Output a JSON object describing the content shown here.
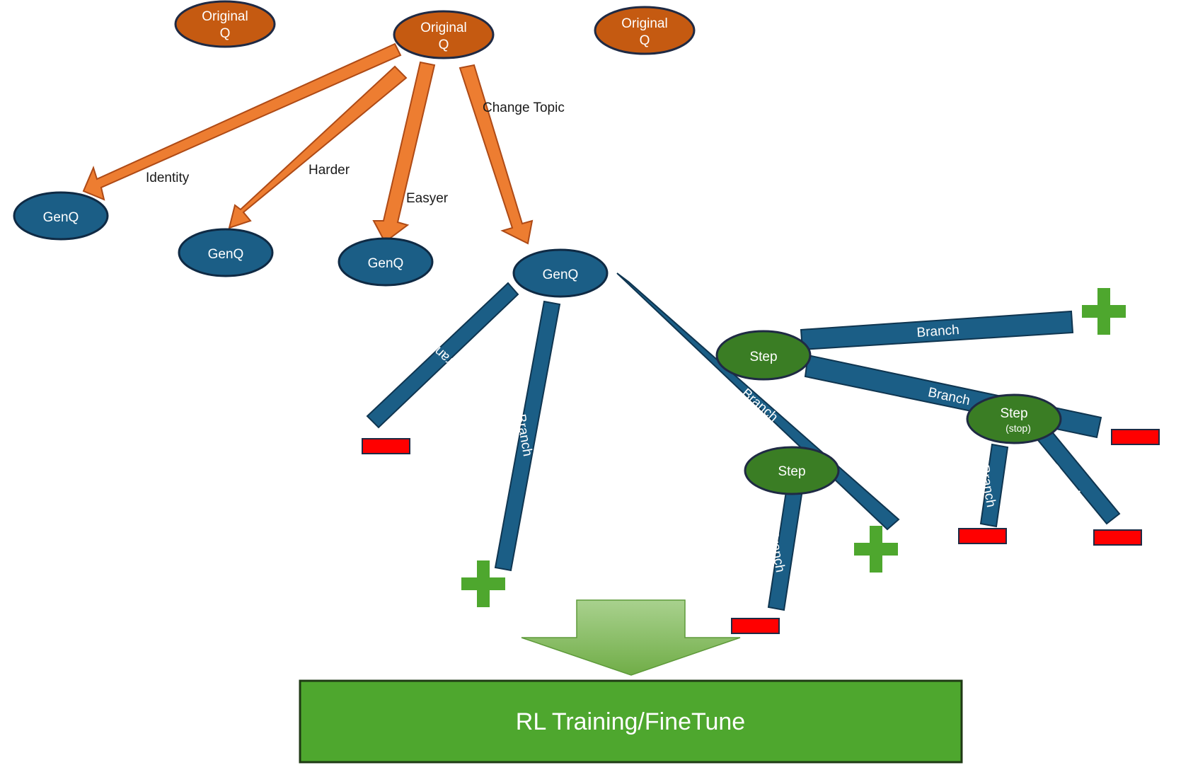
{
  "colors": {
    "orange": "#c55a11",
    "orange_arrow": "#ed7d31",
    "blue": "#1b5e86",
    "green_node": "#3a7d24",
    "green_plus": "#4ea72e",
    "red": "#ff0000",
    "green_box": "#4ea72e"
  },
  "original_nodes": [
    {
      "id": "orig-left",
      "line1": "Original",
      "line2": "Q"
    },
    {
      "id": "orig-center",
      "line1": "Original",
      "line2": "Q"
    },
    {
      "id": "orig-right",
      "line1": "Original",
      "line2": "Q"
    }
  ],
  "genq_nodes": [
    {
      "id": "genq-1",
      "label": "GenQ"
    },
    {
      "id": "genq-2",
      "label": "GenQ"
    },
    {
      "id": "genq-3",
      "label": "GenQ"
    },
    {
      "id": "genq-4",
      "label": "GenQ"
    }
  ],
  "transform_edges": [
    {
      "id": "identity",
      "label": "Identity"
    },
    {
      "id": "harder",
      "label": "Harder"
    },
    {
      "id": "easyer",
      "label": "Easyer"
    },
    {
      "id": "change-topic",
      "label": "Change Topic"
    }
  ],
  "step_nodes": [
    {
      "id": "step-1",
      "label": "Step",
      "sublabel": ""
    },
    {
      "id": "step-2",
      "label": "Step",
      "sublabel": ""
    },
    {
      "id": "step-3",
      "label": "Step",
      "sublabel": "(stop)"
    }
  ],
  "branch_label": "Branch",
  "outcomes": {
    "positive": "plus-icon",
    "negative": "minus-icon"
  },
  "bottom_box": {
    "label": "RL Training/FineTune"
  }
}
